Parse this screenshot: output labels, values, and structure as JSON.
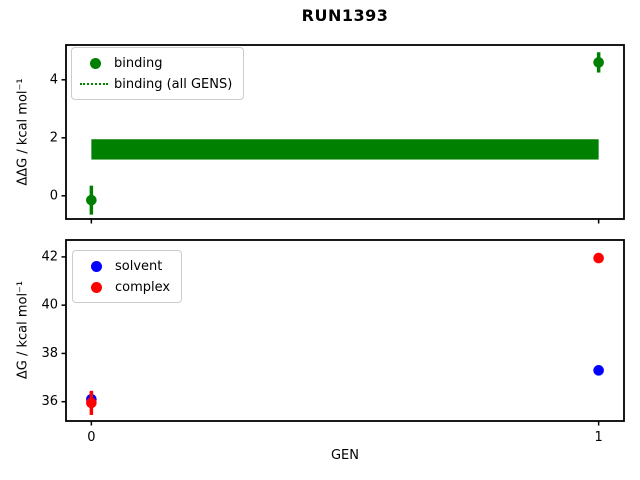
{
  "title": "RUN1393",
  "colors": {
    "binding": "#008000",
    "solvent": "#0000ff",
    "complex": "#ff0000",
    "frame": "#000000",
    "legend_border": "#cccccc",
    "background": "#ffffff"
  },
  "chart_data": [
    {
      "type": "scatter",
      "title": "",
      "ylabel": "ΔΔG / kcal mol⁻¹",
      "xlabel": "",
      "ylim": [
        -0.8,
        5.2
      ],
      "yticks": [
        0,
        2,
        4
      ],
      "xlim": [
        -0.05,
        1.05
      ],
      "xticks": [
        0,
        1
      ],
      "show_xticklabels": false,
      "grid": false,
      "legend_position": "upper left",
      "legend": [
        {
          "label": "binding",
          "marker": "circle",
          "color": "#008000"
        },
        {
          "label": "binding (all GENS)",
          "marker": "dotted-line",
          "color": "#008000"
        }
      ],
      "series": [
        {
          "name": "binding",
          "color": "#008000",
          "points": [
            {
              "x": 0,
              "y": -0.15,
              "yerr": 0.5
            },
            {
              "x": 1,
              "y": 4.6,
              "yerr": 0.35
            }
          ]
        }
      ],
      "band": {
        "name": "binding (all GENS)",
        "color": "#008000",
        "x0": 0,
        "x1": 1,
        "y": 1.6,
        "yhalf": 0.35
      }
    },
    {
      "type": "scatter",
      "title": "",
      "ylabel": "ΔG / kcal mol⁻¹",
      "xlabel": "GEN",
      "ylim": [
        35.2,
        42.7
      ],
      "yticks": [
        36,
        38,
        40,
        42
      ],
      "xlim": [
        -0.05,
        1.05
      ],
      "xticks": [
        0,
        1
      ],
      "show_xticklabels": true,
      "grid": false,
      "legend_position": "upper left",
      "legend": [
        {
          "label": "solvent",
          "marker": "circle",
          "color": "#0000ff"
        },
        {
          "label": "complex",
          "marker": "circle",
          "color": "#ff0000"
        }
      ],
      "series": [
        {
          "name": "solvent",
          "color": "#0000ff",
          "points": [
            {
              "x": 0,
              "y": 36.1,
              "yerr": 0.3
            },
            {
              "x": 1,
              "y": 37.3
            }
          ]
        },
        {
          "name": "complex",
          "color": "#ff0000",
          "points": [
            {
              "x": 0,
              "y": 35.95,
              "yerr": 0.5
            },
            {
              "x": 1,
              "y": 41.95
            }
          ]
        }
      ]
    }
  ]
}
